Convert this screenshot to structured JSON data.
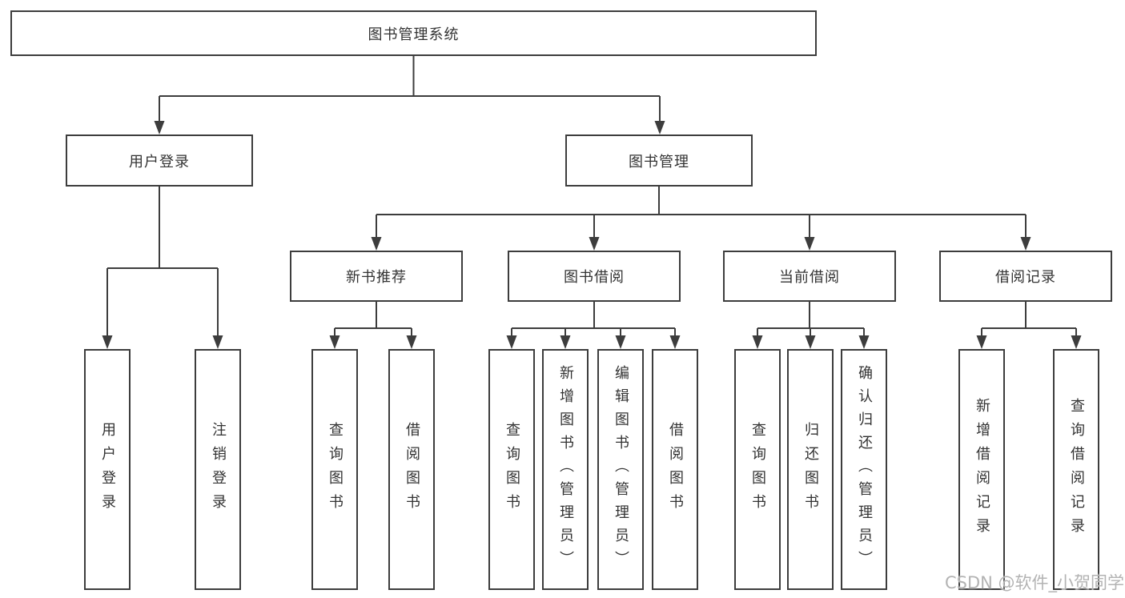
{
  "colors": {
    "line": "#3d3d3d",
    "text": "#333333",
    "background": "#ffffff",
    "watermark_color": "#b3b3b3"
  },
  "root": {
    "label": "图书管理系统"
  },
  "branches": [
    {
      "label": "用户登录",
      "children": [
        {
          "label": "用户登录"
        },
        {
          "label": "注销登录"
        }
      ]
    },
    {
      "label": "图书管理",
      "children": [
        {
          "label": "新书推荐",
          "children": [
            {
              "label": "查询图书"
            },
            {
              "label": "借阅图书"
            }
          ]
        },
        {
          "label": "图书借阅",
          "children": [
            {
              "label": "查询图书"
            },
            {
              "label": "新增图书（管理员）"
            },
            {
              "label": "编辑图书（管理员）"
            },
            {
              "label": "借阅图书"
            }
          ]
        },
        {
          "label": "当前借阅",
          "children": [
            {
              "label": "查询图书"
            },
            {
              "label": "归还图书"
            },
            {
              "label": "确认归还（管理员）"
            }
          ]
        },
        {
          "label": "借阅记录",
          "children": [
            {
              "label": "新增借阅记录"
            },
            {
              "label": "查询借阅记录"
            }
          ]
        }
      ]
    }
  ],
  "watermark": {
    "text": "CSDN @软件_小贺同学"
  }
}
